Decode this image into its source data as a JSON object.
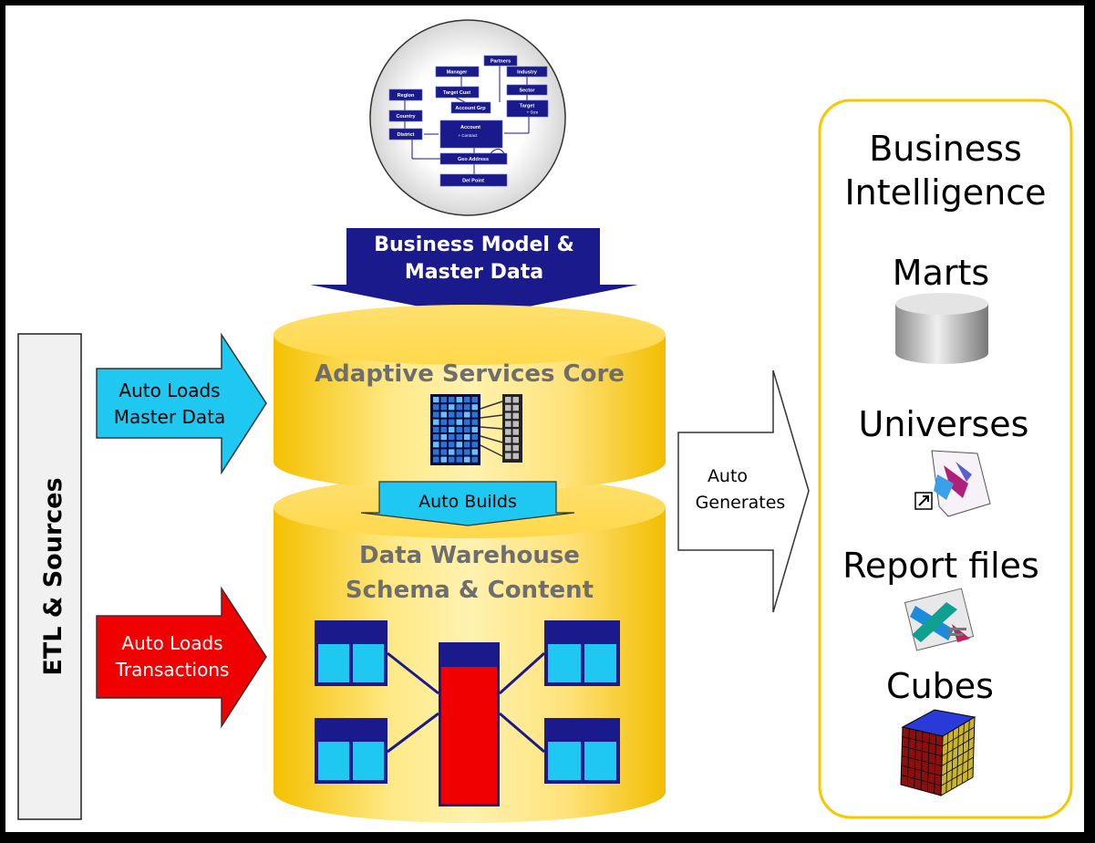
{
  "model": {
    "partners": "Partners",
    "manager": "Manager",
    "industry": "Industry",
    "target_cust": "Target Cust",
    "sector": "Sector",
    "region": "Region",
    "account_grp": "Account Grp",
    "target": "Target",
    "target_sub": "+ Size",
    "country": "Country",
    "account": "Account",
    "account_sub": "+ Contract",
    "district": "District",
    "geo_address": "Geo Address",
    "del_point": "Del Point"
  },
  "business_model_line1": "Business Model &",
  "business_model_line2": "Master Data",
  "etl_label": "ETL & Sources",
  "auto_loads_master_line1": "Auto Loads",
  "auto_loads_master_line2": "Master Data",
  "auto_loads_tx_line1": "Auto Loads",
  "auto_loads_tx_line2": "Transactions",
  "core_title": "Adaptive Services Core",
  "auto_builds": "Auto Builds",
  "dw_title_line1": "Data Warehouse",
  "dw_title_line2": "Schema & Content",
  "auto_generates_line1": "Auto",
  "auto_generates_line2": "Generates",
  "bi": {
    "title_line1": "Business",
    "title_line2": "Intelligence",
    "marts": "Marts",
    "universes": "Universes",
    "report_files": "Report files",
    "cubes": "Cubes"
  },
  "colors": {
    "navy": "#1a1a8c",
    "cyan": "#1ec8f0",
    "red": "#f00000",
    "gold": "#f2c200",
    "bi_border": "#f5c800"
  }
}
